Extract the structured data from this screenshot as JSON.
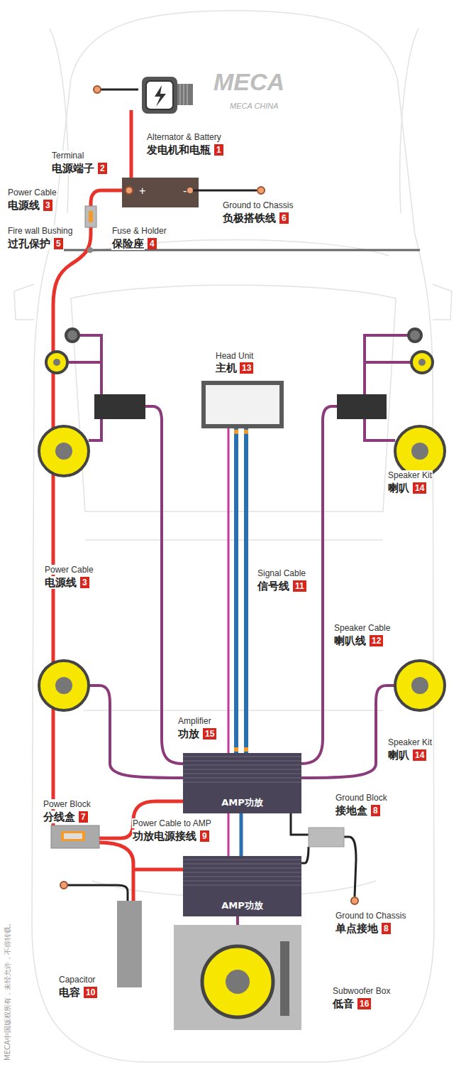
{
  "diagram": {
    "nodes": [
      {
        "text": [
          "Head Unit",
          "主机"
        ]
      },
      {
        "text": [
          "AMP功放"
        ]
      },
      {
        "text": [
          "AMP功放"
        ]
      }
    ],
    "edges": [
      {
        "from": 0,
        "to": 1,
        "arrow": "none"
      },
      {
        "from": 0,
        "to": 2,
        "arrow": "none"
      }
    ],
    "labels": [
      "MECA",
      "MECA CHINA",
      "Alternator & Battery",
      "发电机和电瓶",
      "1",
      "Terminal",
      "电源端子",
      "2",
      "Power Cable",
      "电源线",
      "3",
      "Fire wall Bushing",
      "过孔保护",
      "5",
      "Fuse & Holder",
      "保险座",
      "4",
      "Ground to Chassis",
      "负极搭铁线",
      "6",
      "13",
      "Speaker Kit",
      "喇叭",
      "14",
      "Power Cable",
      "电源线",
      "3",
      "Signal Cable",
      "信号线",
      "11",
      "Speaker Cable",
      "喇叭线",
      "12",
      "Speaker Kit",
      "喇叭",
      "14",
      "Amplifier",
      "功放",
      "15",
      "Power Block",
      "分线盒",
      "7",
      "Ground Block",
      "接地盒",
      "8",
      "Power Cable to AMP",
      "功放电源接线",
      "9",
      "Ground to Chassis",
      "单点接地",
      "8",
      "Capacitor",
      "电容",
      "10",
      "Subwoofer Box",
      "低音",
      "16",
      "MECA中国版权所有，未经允许，不得转载。"
    ]
  }
}
